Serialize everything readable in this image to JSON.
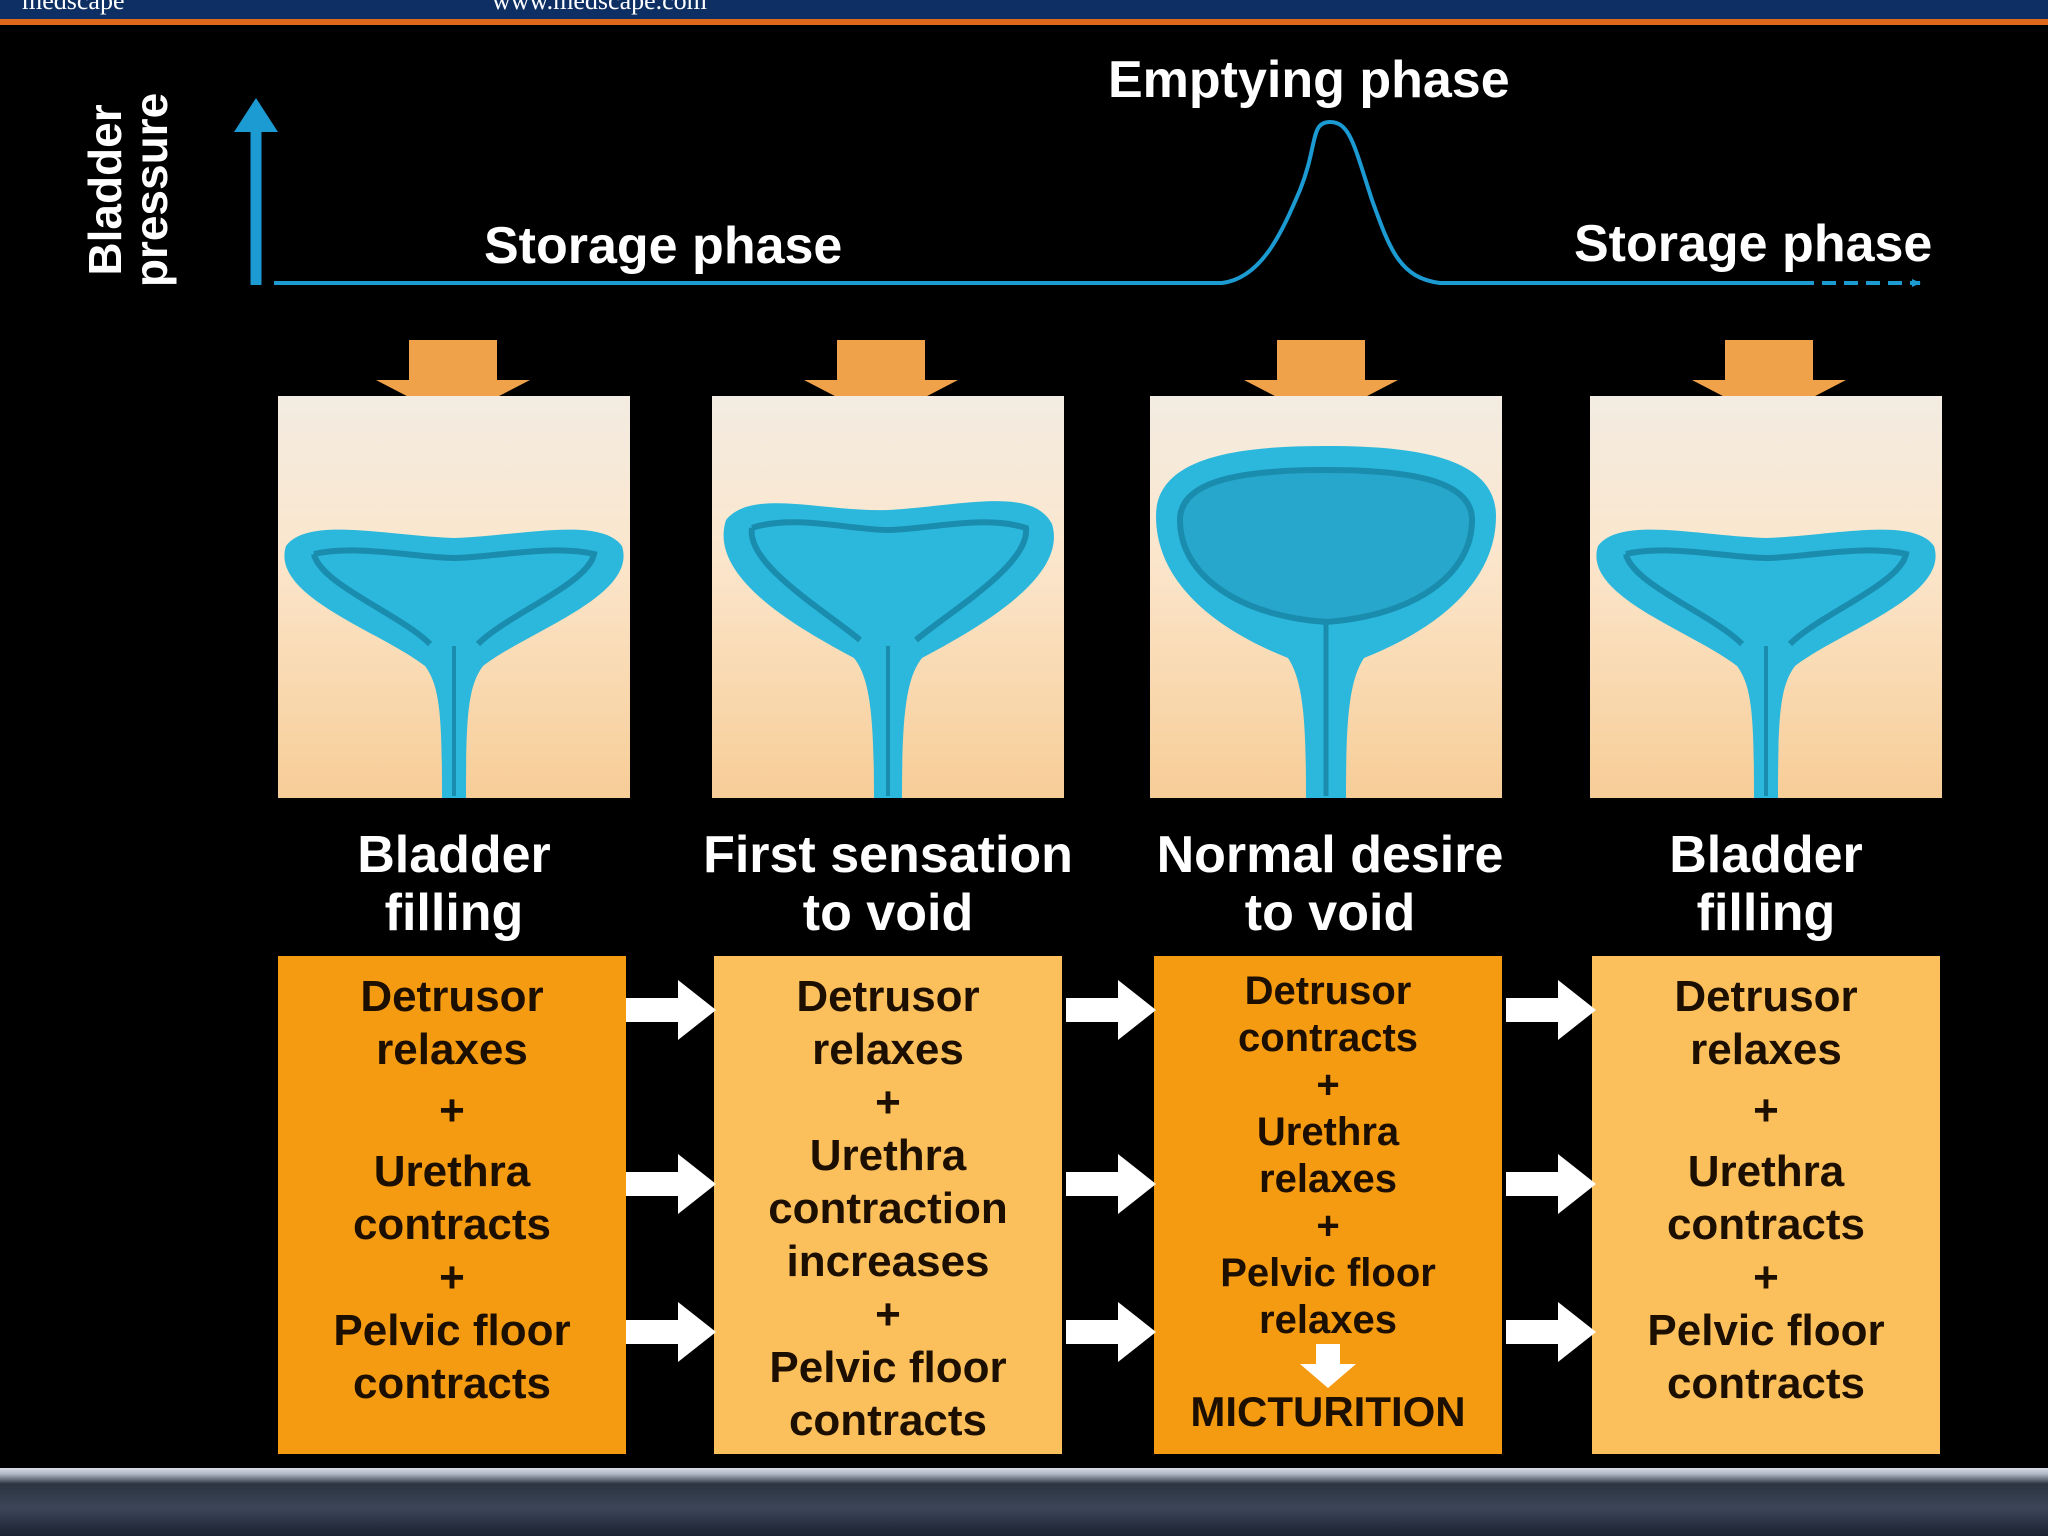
{
  "header": {
    "brand": "medscape",
    "url": "www.medscape.com"
  },
  "y_axis": {
    "label_line1": "Bladder",
    "label_line2": "pressure"
  },
  "phases": {
    "storage_left": "Storage phase",
    "emptying": "Emptying phase",
    "storage_right": "Storage phase"
  },
  "columns": [
    {
      "title": [
        "Bladder",
        "filling"
      ],
      "box_lines": [
        "Detrusor",
        "relaxes",
        "+",
        "Urethra",
        "contracts",
        "+",
        "Pelvic floor",
        "contracts"
      ]
    },
    {
      "title": [
        "First sensation",
        "to void"
      ],
      "box_lines": [
        "Detrusor",
        "relaxes",
        "+",
        "Urethra",
        "contraction",
        "increases",
        "+",
        "Pelvic floor",
        "contracts"
      ]
    },
    {
      "title": [
        "Normal desire",
        "to void"
      ],
      "box_lines": [
        "Detrusor",
        "contracts",
        "+",
        "Urethra",
        "relaxes",
        "+",
        "Pelvic floor",
        "relaxes"
      ],
      "result": "MICTURITION"
    },
    {
      "title": [
        "Bladder",
        "filling"
      ],
      "box_lines": [
        "Detrusor",
        "relaxes",
        "+",
        "Urethra",
        "contracts",
        "+",
        "Pelvic floor",
        "contracts"
      ]
    }
  ],
  "colors": {
    "box_dark": "#f59b12",
    "box_light": "#fbc05c",
    "bladder_blue": "#2bb8dc",
    "pressure_line": "#1c9ad2",
    "orange_arrow": "#f0a24a",
    "header_bg": "#0d2f63",
    "header_rule": "#e0681b"
  }
}
